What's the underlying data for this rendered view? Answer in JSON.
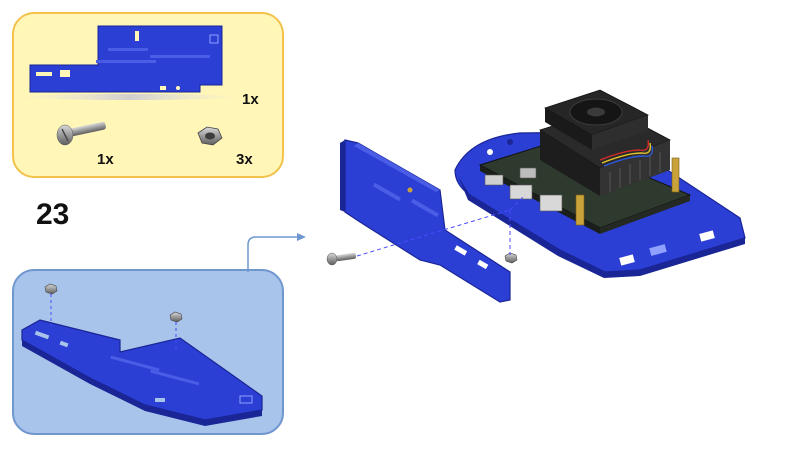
{
  "step_number": "23",
  "parts": [
    {
      "icon": "blue-bracket-plate-icon",
      "quantity": "1x"
    },
    {
      "icon": "screw-icon",
      "quantity": "1x"
    },
    {
      "icon": "hex-nut-icon",
      "quantity": "3x"
    }
  ],
  "colors": {
    "part_blue": "#2b3fd4",
    "part_blue_dark": "#1a2596",
    "parts_box_fill": "#fff6b8",
    "parts_box_border": "#f2c24b",
    "subassembly_fill": "#a9c4ea",
    "subassembly_border": "#6e97cf",
    "arrow": "#6e97cf"
  }
}
